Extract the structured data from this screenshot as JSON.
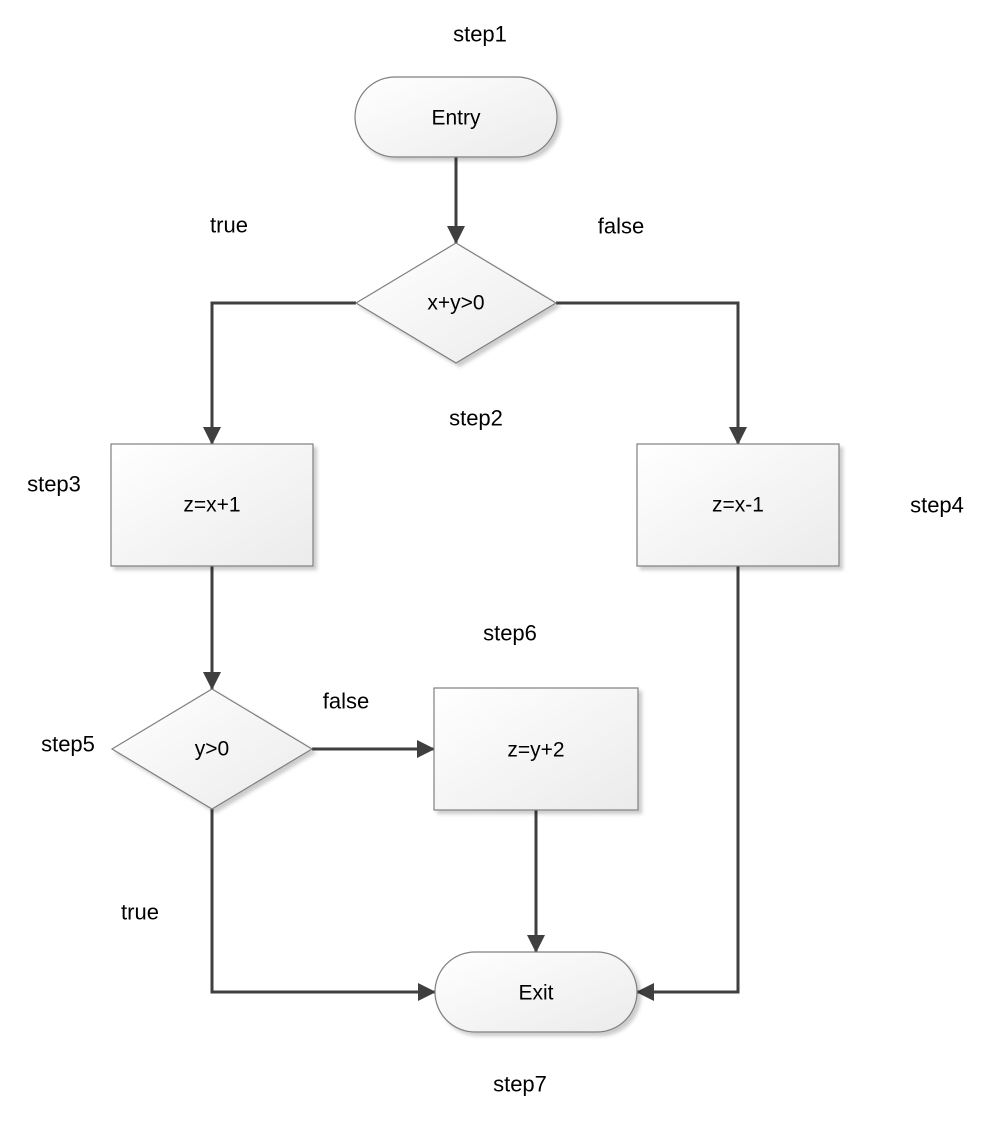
{
  "diagram": {
    "type": "flowchart",
    "nodes": {
      "entry": {
        "step": "step1",
        "text": "Entry",
        "shape": "terminator"
      },
      "cond1": {
        "step": "step2",
        "text": "x+y>0",
        "shape": "decision"
      },
      "proc1": {
        "step": "step3",
        "text": "z=x+1",
        "shape": "process"
      },
      "proc2": {
        "step": "step4",
        "text": "z=x-1",
        "shape": "process"
      },
      "cond2": {
        "step": "step5",
        "text": "y>0",
        "shape": "decision"
      },
      "proc3": {
        "step": "step6",
        "text": "z=y+2",
        "shape": "process"
      },
      "exit": {
        "step": "step7",
        "text": "Exit",
        "shape": "terminator"
      }
    },
    "edge_labels": {
      "cond1_true": "true",
      "cond1_false": "false",
      "cond2_false": "false",
      "cond2_true": "true"
    },
    "colors": {
      "connector": "#3f3f3f",
      "shape_border": "#7f7f7f",
      "shape_fill_light": "#ffffff",
      "shape_fill_dark": "#ebebeb",
      "text": "#000000",
      "canvas": "#ffffff"
    }
  }
}
